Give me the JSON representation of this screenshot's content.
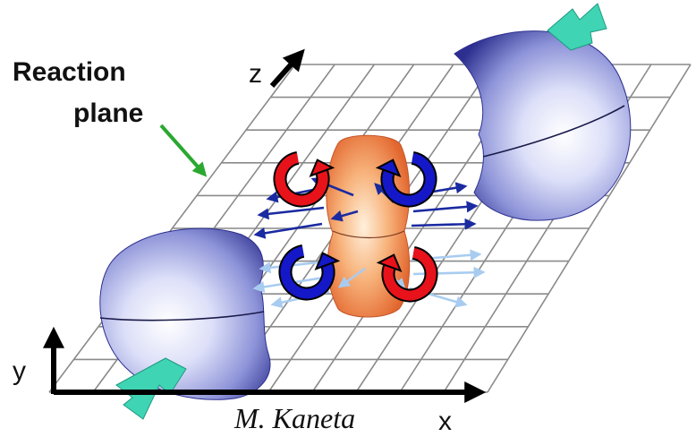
{
  "labels": {
    "reaction_line1": "Reaction",
    "reaction_line2": "plane",
    "axis_z": "z",
    "axis_y": "y",
    "axis_x": "x",
    "credit": "M. Kaneta"
  },
  "colors": {
    "grid": "#8a8a8a",
    "nucleus_light": "#ffffff",
    "nucleus_mid": "#a9aee6",
    "nucleus_dark": "#2c2f8f",
    "fireball_light": "#fde2c6",
    "fireball_dark": "#e8743c",
    "vortex_red": "#e8121b",
    "vortex_blue": "#1418c8",
    "momentum_arrow": "#3fd4b4",
    "flow_dark": "#1a2aa0",
    "flow_light": "#a8ccf0",
    "pointer_arrow": "#2aa830"
  },
  "icons": {
    "nucleus": "sphere-icon",
    "vortex_ccw": "circular-arrow-ccw-icon",
    "vortex_cw": "circular-arrow-cw-icon"
  }
}
